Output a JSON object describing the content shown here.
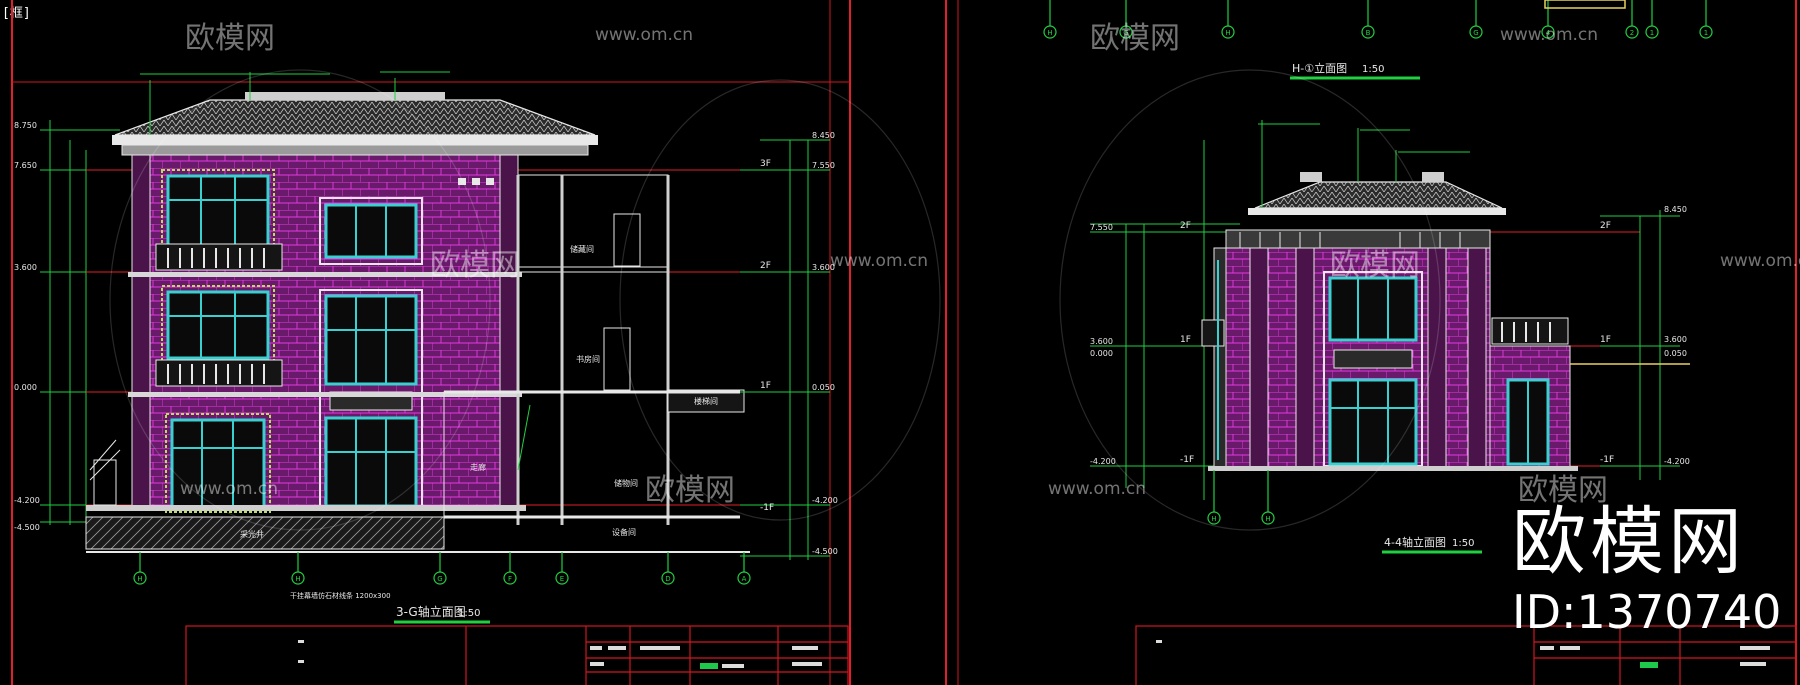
{
  "corner_tag": "[框]",
  "watermark": {
    "brand_cn": "欧模网",
    "url": "www.om.cn",
    "id_label": "ID:1370740"
  },
  "left_sheet": {
    "title": "3-G轴立面图",
    "scale": "1:50",
    "axis_labels": [
      "H",
      "H",
      "G",
      "F",
      "E",
      "D",
      "A"
    ],
    "floor_labels": [
      "3F",
      "2F",
      "1F",
      "-1F"
    ],
    "room_labels": [
      "储藏间",
      "书房间",
      "走廊",
      "储物间",
      "设备间",
      "采光井",
      "楼梯间"
    ],
    "elev_left": [
      "8.750",
      "7.650",
      "3.600",
      "0.000",
      "-4.200",
      "-4.500"
    ],
    "elev_right": [
      "8.450",
      "7.550",
      "3.600",
      "0.050",
      "-4.200",
      "-4.500"
    ],
    "note_bottom": "干挂幕墙仿石材线条 1200x300"
  },
  "right_sheet": {
    "top_title": "H-①立面图",
    "top_scale": "1:50",
    "title": "4-4轴立面图",
    "scale": "1:50",
    "top_axes": [
      "H",
      "G",
      "H",
      "B",
      "G",
      "4",
      "2",
      "1",
      "1"
    ],
    "bottom_axes": [
      "H",
      "H"
    ],
    "floor_labels": [
      "2F",
      "1F",
      "-1F",
      "2F",
      "1F",
      "-1F"
    ],
    "elev_left": [
      "7.550",
      "3.600",
      "0.000",
      "-4.200"
    ],
    "elev_right": [
      "8.450",
      "3.600",
      "0.050",
      "-4.200"
    ]
  }
}
